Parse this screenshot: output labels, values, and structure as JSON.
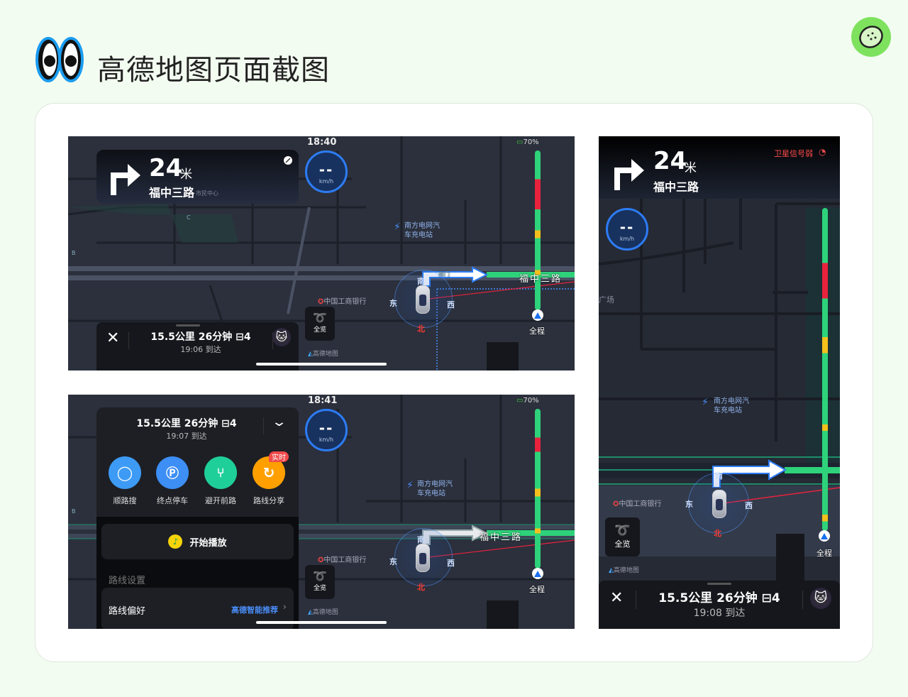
{
  "header": {
    "title": "高德地图页面截图",
    "logo": "eyes-logo",
    "avatar": "lemon-avatar"
  },
  "screen1": {
    "distance": "24",
    "unit": "米",
    "road": "福中三路",
    "time": "18:40",
    "battery": "70%",
    "speed": "--",
    "speed_unit": "km/h",
    "poi": [
      "南方电网汽",
      "车充电站"
    ],
    "bank": "中国工商银行",
    "road_label": "福中三路",
    "gate": "南门",
    "compass": {
      "east": "东",
      "west": "西",
      "north": "北",
      "south": "南"
    },
    "overview": "全览",
    "full_route": "全程",
    "brand": "高德地图",
    "trip": "15.5公里 26分钟 ⊟4",
    "eta": "19:06 到达",
    "map_labels": {
      "c": "C",
      "b": "B",
      "civic": "市民中心"
    }
  },
  "screen2": {
    "time": "18:41",
    "battery": "70%",
    "speed": "--",
    "speed_unit": "km/h",
    "trip": "15.5公里 26分钟 ⊟4",
    "eta": "19:07 到达",
    "actions": [
      {
        "label": "顺路搜",
        "icon": "search-icon",
        "color": "#3d9bf5"
      },
      {
        "label": "终点停车",
        "icon": "parking-icon",
        "color": "#3d8ef5"
      },
      {
        "label": "避开前路",
        "icon": "avoid-route-icon",
        "color": "#1fcf9a"
      },
      {
        "label": "路线分享",
        "icon": "share-icon",
        "color": "#ffa000",
        "badge": "实时"
      }
    ],
    "play": "开始播放",
    "section": "路线设置",
    "pref_label": "路线偏好",
    "pref_value": "高德智能推荐",
    "poi": [
      "南方电网汽",
      "车充电站"
    ],
    "bank": "中国工商银行",
    "road_label": "福中三路",
    "compass": {
      "east": "东",
      "west": "西",
      "north": "北",
      "south": "南"
    },
    "overview": "全览",
    "full_route": "全程",
    "brand": "高德地图",
    "map_labels": {
      "b": "B"
    }
  },
  "screen3": {
    "distance": "24",
    "unit": "米",
    "road": "福中三路",
    "gps_warning": "卫星信号弱",
    "speed": "--",
    "speed_unit": "km/h",
    "poi": [
      "南方电网汽",
      "车充电站"
    ],
    "bank": "中国工商银行",
    "plaza": "广场",
    "compass": {
      "east": "东",
      "west": "西",
      "north": "北",
      "south": "南"
    },
    "overview": "全览",
    "full_route": "全程",
    "brand": "高德地图",
    "trip": "15.5公里 26分钟 ⊟4",
    "eta": "19:08 到达"
  },
  "colors": {
    "accent": "#2d7cf5",
    "traffic_green": "#2ed27a",
    "traffic_red": "#e8223d",
    "traffic_yellow": "#f5c01c",
    "warning": "#ff4d4d",
    "link": "#4a8df8"
  }
}
